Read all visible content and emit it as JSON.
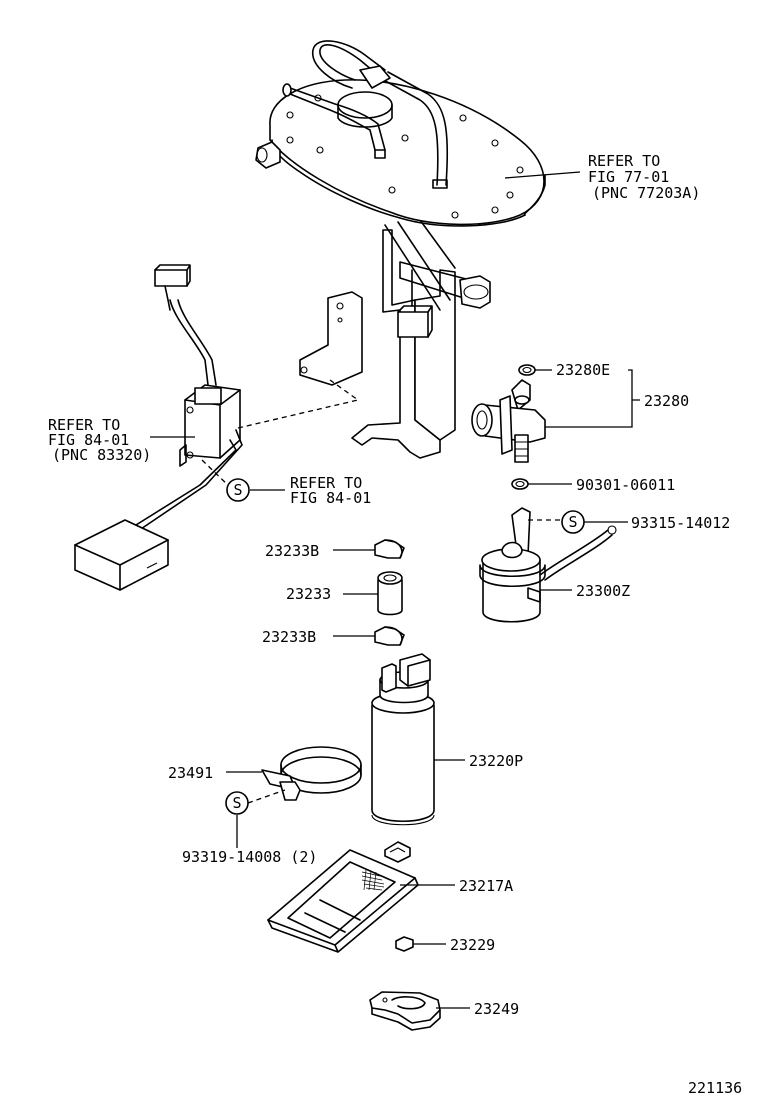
{
  "diagram_id": "221136",
  "refer_notes": {
    "tank_plate": {
      "line1": "REFER TO",
      "line2": "FIG 77-01",
      "line3": "(PNC 77203A)"
    },
    "controller": {
      "line1": "REFER TO",
      "line2": "FIG 84-01",
      "line3": "(PNC 83320)"
    },
    "screw": {
      "line1": "REFER TO",
      "line2": "FIG 84-01"
    }
  },
  "symbol_s": "S",
  "part_labels": {
    "p23280E": "23280E",
    "p23280": "23280",
    "p90301": "90301-06011",
    "p93315": "93315-14012",
    "p23233B_top": "23233B",
    "p23233": "23233",
    "p23300Z": "23300Z",
    "p23233B_bottom": "23233B",
    "p23491": "23491",
    "p23220P": "23220P",
    "p93319": "93319-14008 (2)",
    "p23217A": "23217A",
    "p23229": "23229",
    "p23249": "23249"
  }
}
